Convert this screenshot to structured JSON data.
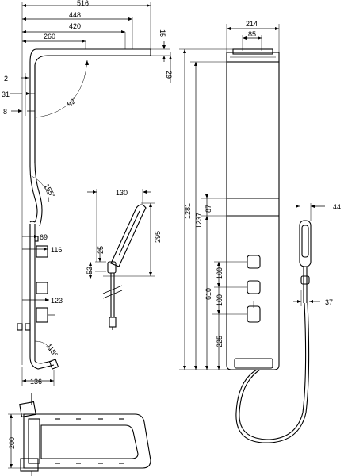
{
  "dimensions": {
    "d516": "516",
    "d448": "448",
    "d420": "420",
    "d260": "260",
    "d15": "15",
    "d2": "2",
    "d31": "31",
    "d8": "8",
    "d29": "29",
    "d92": "92°",
    "d155": "155°",
    "d69": "69",
    "d116": "116",
    "d123": "123",
    "d115": "115°",
    "d136": "136",
    "d200": "200",
    "d130": "130",
    "d25": "25",
    "d53": "53",
    "d295": "295",
    "d214": "214",
    "d85": "85",
    "d1281": "1281",
    "d1237": "1237",
    "d87": "87",
    "d100a": "100",
    "d610": "610",
    "d100b": "100",
    "d225": "225",
    "d44": "44",
    "d37": "37"
  },
  "colors": {
    "line": "#000000",
    "background": "#ffffff"
  }
}
